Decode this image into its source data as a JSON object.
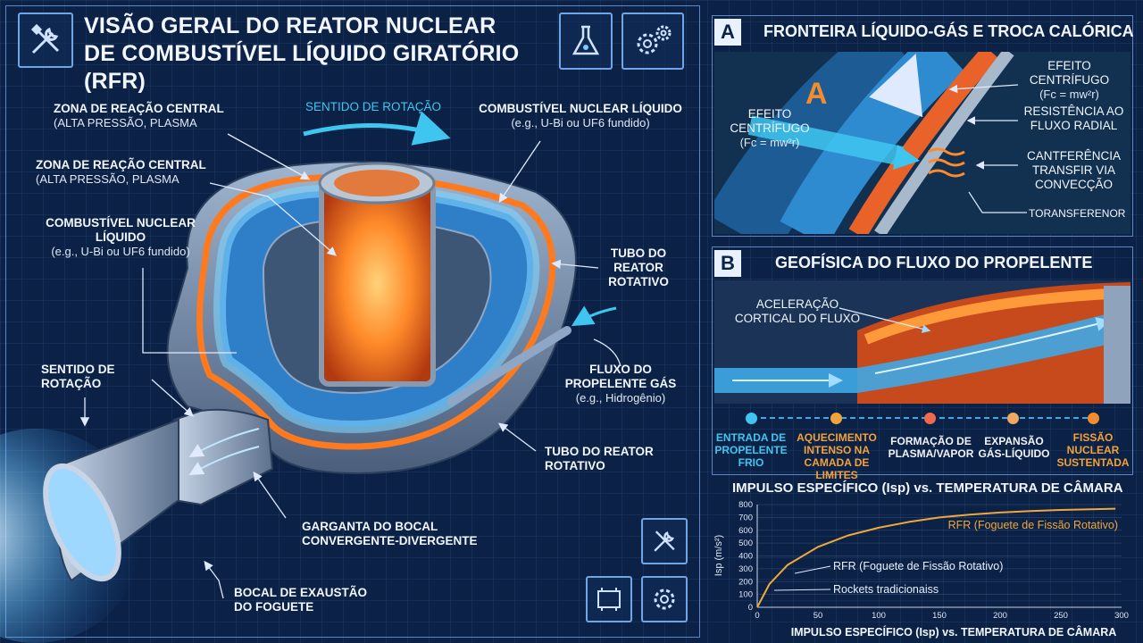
{
  "title": "VISÃO GERAL DO REATOR NUCLEAR DE COMBUSTÍVEL LÍQUIDO GIRATÓRIO (RFR)",
  "left_labels": {
    "zona1_title": "ZONA DE REAÇÃO CENTRAL",
    "zona1_sub": "(ALTA PRESSÃO, PLASMA",
    "zona2_title": "ZONA DE REAÇÃO CENTRAL",
    "zona2_sub": "(ALTA PRESSÃO, PLASMA",
    "comb_left_title": "COMBUSTÍVEL NUCLEAR LÍQUIDO",
    "comb_left_sub": "(e.g., U-Bi ou UF6 fundido)",
    "rot_left": "SENTIDO DE ROTAÇÃO",
    "rot_top": "SENTIDO DE ROTAÇÃO",
    "comb_top_title": "COMBUSTÍVEL NUCLEAR LÍQUIDO",
    "comb_top_sub": "(e.g., U-Bi ou UF6 fundido)",
    "tubo1": "TUBO DO REATOR ROTATIVO",
    "fluxo_title": "FLUXO DO PROPELENTE GÁS",
    "fluxo_sub": "(e.g., Hidrogênio)",
    "tubo2": "TUBO DO REATOR ROTATIVO",
    "garganta": "GARGANTA DO BOCAL CONVERGENTE-DIVERGENTE",
    "bocal": "BOCAL DE EXAUSTÃO DO FOGUETE"
  },
  "panel_a": {
    "letter": "A",
    "heading": "FRONTEIRA LÍQUIDO-GÁS E TROCA CALÓRICA",
    "big_letter": "A",
    "efeito_left": "EFEITO CENTRÍFUGO",
    "efeito_left_formula": "(Fc = mw²r)",
    "efeito_right": "EFEITO CENTRÍFUGO",
    "efeito_right_formula": "(Fc = mw²r)",
    "resistencia": "RESISTÊNCIA AO FLUXO RADIAL",
    "cantferencia": "CANTFERÊNCIA TRANSFIR VIA CONVECÇÃO",
    "toransferenor": "TORANSFERENOR"
  },
  "panel_b": {
    "letter": "B",
    "heading": "GEOFÍSICA DO FLUXO DO PROPELENTE",
    "aceleracao": "ACELERAÇÃO CORTICAL DO FLUXO",
    "steps": [
      {
        "label": "ENTRADA DE PROPELENTE FRIO",
        "color": "#3fc6f0"
      },
      {
        "label": "AQUECIMENTO INTENSO NA CAMADA DE LIMITES",
        "color": "#f2a23a"
      },
      {
        "label": "FORMAÇÃO DE PLASMA/VAPOR",
        "color": "#ee6a4a"
      },
      {
        "label": "EXPANSÃO GÁS-LÍQUIDO",
        "color": "#f0a860"
      },
      {
        "label": "FISSÃO NUCLEAR SUSTENTADA",
        "color": "#f28c2c"
      }
    ]
  },
  "chart_data": {
    "type": "line",
    "title": "IMPULSO ESPECÍFICO (Isp) vs. TEMPERATURA DE CÂMARA",
    "xlabel": "IMPULSO ESPECÍFICO (Isp) vs. TEMPERATURA DE CÂMARA",
    "ylabel": "Isp (m/s²)",
    "xlim": [
      0,
      300
    ],
    "ylim": [
      0,
      800
    ],
    "xticks": [
      0,
      50,
      100,
      150,
      200,
      250,
      300
    ],
    "yticks": [
      0,
      100,
      200,
      300,
      400,
      500,
      600,
      700,
      800
    ],
    "series": [
      {
        "name": "RFR (Foguete de Fissão Rotativo)",
        "color": "#f0a83a",
        "x": [
          0,
          10,
          25,
          50,
          75,
          100,
          125,
          150,
          175,
          200,
          225,
          250,
          275,
          295
        ],
        "y": [
          0,
          180,
          330,
          470,
          560,
          620,
          665,
          700,
          722,
          738,
          750,
          758,
          764,
          768
        ]
      }
    ],
    "annotations": {
      "rfr_top": "RFR (Foguete de Fissão Rotativo)",
      "rfr_mid": "RFR (Foguete de Fissão Rotativo)",
      "tradicionais": "Rockets tradicionaiss"
    }
  }
}
